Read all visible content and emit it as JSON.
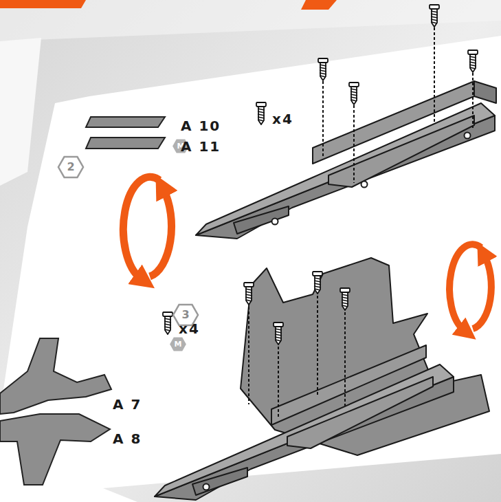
{
  "diagram": {
    "nodes": [
      {
        "text": [
          "M"
        ]
      },
      {
        "text": [
          "2"
        ]
      },
      {
        "text": [
          "3"
        ]
      },
      {
        "text": [
          "M"
        ]
      }
    ],
    "labels": [
      "A 10",
      "x4",
      "A 11",
      "x4",
      "A 7",
      "A 8"
    ]
  }
}
